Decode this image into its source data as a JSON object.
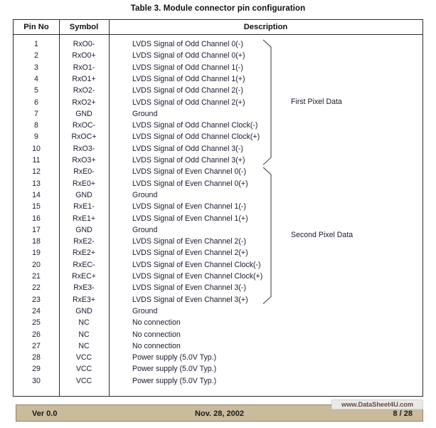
{
  "document": {
    "table_title": "Table 3.  Module connector pin configuration"
  },
  "table": {
    "columns": [
      "Pin No",
      "Symbol",
      "Description"
    ],
    "rows": [
      {
        "pin": "1",
        "symbol": "RxO0-",
        "description": "LVDS Signal of Odd Channel 0(-)"
      },
      {
        "pin": "2",
        "symbol": "RxO0+",
        "description": "LVDS Signal of Odd Channel 0(+)"
      },
      {
        "pin": "3",
        "symbol": "RxO1-",
        "description": "LVDS Signal of Odd Channel 1(-)"
      },
      {
        "pin": "4",
        "symbol": "RxO1+",
        "description": "LVDS Signal of Odd Channel 1(+)"
      },
      {
        "pin": "5",
        "symbol": "RxO2-",
        "description": "LVDS Signal of Odd Channel 2(-)"
      },
      {
        "pin": "6",
        "symbol": "RxO2+",
        "description": "LVDS Signal of Odd Channel 2(+)"
      },
      {
        "pin": "7",
        "symbol": "GND",
        "description": "Ground"
      },
      {
        "pin": "8",
        "symbol": "RxOC-",
        "description": "LVDS Signal of Odd Channel Clock(-)"
      },
      {
        "pin": "9",
        "symbol": "RxOC+",
        "description": "LVDS Signal of Odd Channel Clock(+)"
      },
      {
        "pin": "10",
        "symbol": "RxO3-",
        "description": "LVDS Signal of Odd Channel 3(-)"
      },
      {
        "pin": "11",
        "symbol": "RxO3+",
        "description": "LVDS Signal of Odd Channel 3(+)"
      },
      {
        "pin": "12",
        "symbol": "RxE0-",
        "description": "LVDS Signal of Even Channel 0(-)"
      },
      {
        "pin": "13",
        "symbol": "RxE0+",
        "description": "LVDS Signal of Even Channel 0(+)"
      },
      {
        "pin": "14",
        "symbol": "GND",
        "description": "Ground"
      },
      {
        "pin": "15",
        "symbol": "RxE1-",
        "description": "LVDS Signal of Even Channel 1(-)"
      },
      {
        "pin": "16",
        "symbol": "RxE1+",
        "description": "LVDS Signal of Even Channel 1(+)"
      },
      {
        "pin": "17",
        "symbol": "GND",
        "description": "Ground"
      },
      {
        "pin": "18",
        "symbol": "RxE2-",
        "description": "LVDS Signal of Even Channel 2(-)"
      },
      {
        "pin": "19",
        "symbol": "RxE2+",
        "description": "LVDS Signal of Even Channel 2(+)"
      },
      {
        "pin": "20",
        "symbol": "RxEC-",
        "description": "LVDS Signal of Even Channel Clock(-)"
      },
      {
        "pin": "21",
        "symbol": "RxEC+",
        "description": "LVDS Signal of Even Channel Clock(+)"
      },
      {
        "pin": "22",
        "symbol": "RxE3-",
        "description": "LVDS Signal of Even Channel 3(-)"
      },
      {
        "pin": "23",
        "symbol": "RxE3+",
        "description": "LVDS Signal of Even Channel 3(+)"
      },
      {
        "pin": "24",
        "symbol": "GND",
        "description": "Ground"
      },
      {
        "pin": "25",
        "symbol": "NC",
        "description": "No connection"
      },
      {
        "pin": "26",
        "symbol": "NC",
        "description": "No connection"
      },
      {
        "pin": "27",
        "symbol": "NC",
        "description": "No connection"
      },
      {
        "pin": "28",
        "symbol": "VCC",
        "description": "Power supply (5.0V Typ.)"
      },
      {
        "pin": "29",
        "symbol": "VCC",
        "description": "Power supply (5.0V Typ.)"
      },
      {
        "pin": "30",
        "symbol": "VCC",
        "description": "Power supply (5.0V Typ.)"
      }
    ],
    "groups": [
      {
        "label": "First Pixel Data",
        "first_row_index": 0,
        "last_row_index": 10
      },
      {
        "label": "Second Pixel Data",
        "first_row_index": 11,
        "last_row_index": 22
      }
    ]
  },
  "footer": {
    "version": "Ver 0.0",
    "date": "Nov. 28, 2002",
    "page": "8 / 28",
    "watermark": "www.DataSheet4U.com"
  }
}
